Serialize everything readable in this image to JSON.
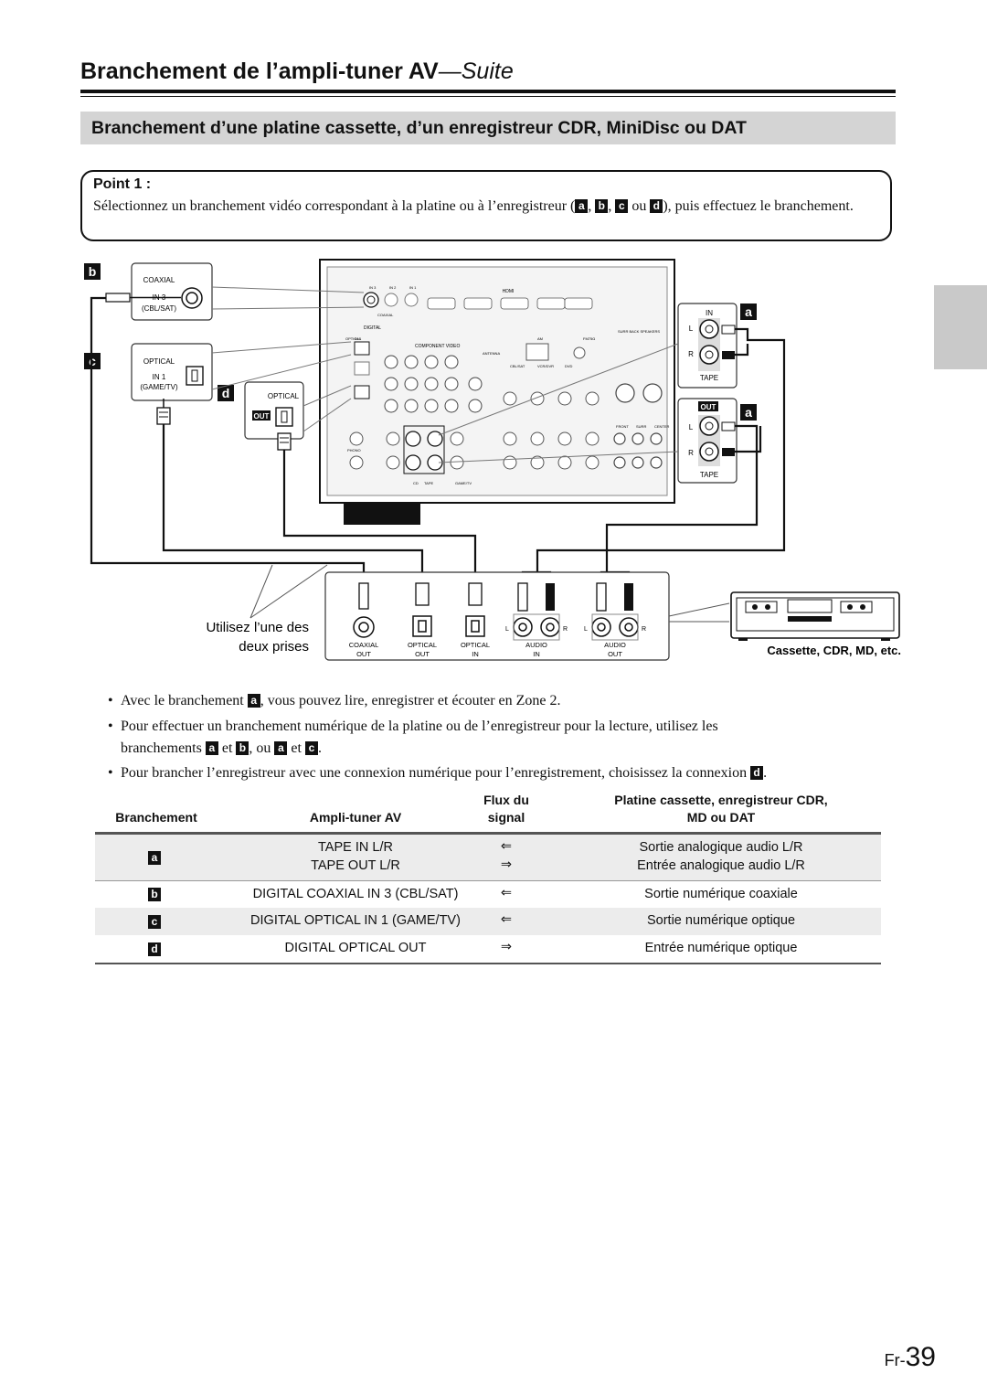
{
  "header": {
    "title_main": "Branchement de l’ampli-tuner AV",
    "title_suffix": "—Suite"
  },
  "section": {
    "title": "Branchement d’une platine cassette, d’un enregistreur CDR, MiniDisc ou DAT"
  },
  "point": {
    "title": "Point 1 :",
    "text_before": "Sélectionnez un branchement vidéo correspondant à la platine ou à l’enregistreur (",
    "a": "a",
    "b": "b",
    "c": "c",
    "d": "d",
    "sep1": ", ",
    "sep2": ", ",
    "sep3": " ou ",
    "text_after": "), puis effectuez le branchement."
  },
  "diagram": {
    "labels": {
      "a": "a",
      "b": "b",
      "c": "c",
      "d": "d"
    },
    "panel_coaxial": {
      "title": "COAXIAL",
      "jack": "IN 3",
      "sub": "(CBL/SAT)"
    },
    "panel_optical_in": {
      "title": "OPTICAL",
      "jack": "IN 1",
      "sub": "(GAME/TV)"
    },
    "panel_optical_out": {
      "title": "OPTICAL",
      "out": "OUT"
    },
    "tape_in": {
      "in": "IN",
      "l": "L",
      "r": "R",
      "name": "TAPE"
    },
    "tape_out": {
      "out": "OUT",
      "l": "L",
      "r": "R",
      "name": "TAPE"
    },
    "back_panel": {
      "digital": "DIGITAL",
      "coaxial": "COAXIAL",
      "optical": "OPTICAL",
      "component": "COMPONENT VIDEO",
      "hdmi": "HDMI",
      "antenna": "ANTENNA",
      "am": "AM",
      "fm": "FM75Ω",
      "phono": "PHONO",
      "tape": "TAPE",
      "cd": "CD",
      "game_tv": "GAME/TV",
      "cbl_sat": "CBL/SAT",
      "vcr_dvr": "VCR/DVR",
      "dvd": "DVD",
      "in1": "IN 1",
      "in2": "IN 2",
      "in3": "IN 3",
      "surr_back": "SURR BACK SPEAKERS",
      "front": "FRONT",
      "surr": "SURR",
      "center": "CENTER"
    },
    "bottom_jacks": [
      {
        "top": "COAXIAL",
        "bottom": "OUT"
      },
      {
        "top": "OPTICAL",
        "bottom": "OUT"
      },
      {
        "top": "OPTICAL",
        "bottom": "IN"
      },
      {
        "top": "AUDIO",
        "bottom": "IN"
      },
      {
        "top": "AUDIO",
        "bottom": "OUT"
      }
    ],
    "lr": {
      "l": "L",
      "r": "R"
    },
    "note_line1": "Utilisez l’une des",
    "note_line2": "deux prises",
    "device_caption": "Cassette, CDR, MD, etc."
  },
  "bullets": [
    {
      "dot": "•",
      "before": "Avec le branchement ",
      "l1": "a",
      "after": ", vous pouvez lire, enregistrer et écouter en Zone 2."
    },
    {
      "dot": "•",
      "line1": "Pour effectuer un branchement numérique de la platine ou de l’enregistreur pour la lecture, utilisez les",
      "w1": "branchements ",
      "l1": "a",
      "w2": " et ",
      "l2": "b",
      "w3": ", ou ",
      "l3": "a",
      "w4": " et ",
      "l4": "c",
      "w5": "."
    },
    {
      "dot": "•",
      "before": "Pour brancher l’enregistreur avec une connexion numérique pour l’enregistrement, choisissez la connexion ",
      "l1": "d",
      "after": "."
    }
  ],
  "table": {
    "headers": {
      "branchement": "Branchement",
      "ampli": "Ampli-tuner AV",
      "flux_1": "Flux du",
      "flux_2": "signal",
      "platine_1": "Platine cassette, enregistreur CDR,",
      "platine_2": "MD ou DAT"
    },
    "rows": [
      {
        "label": "a",
        "ampli_1": "TAPE IN L/R",
        "ampli_2": "TAPE OUT L/R",
        "flux_1": "⇐",
        "flux_2": "⇒",
        "platine_1": "Sortie analogique audio L/R",
        "platine_2": "Entrée analogique audio L/R"
      },
      {
        "label": "b",
        "ampli": "DIGITAL COAXIAL IN 3 (CBL/SAT)",
        "flux": "⇐",
        "platine": "Sortie numérique coaxiale"
      },
      {
        "label": "c",
        "ampli": "DIGITAL OPTICAL IN 1 (GAME/TV)",
        "flux": "⇐",
        "platine": "Sortie numérique optique"
      },
      {
        "label": "d",
        "ampli": "DIGITAL OPTICAL OUT",
        "flux": "⇒",
        "platine": "Entrée numérique optique"
      }
    ]
  },
  "footer": {
    "prefix": "Fr-",
    "number": "39"
  }
}
